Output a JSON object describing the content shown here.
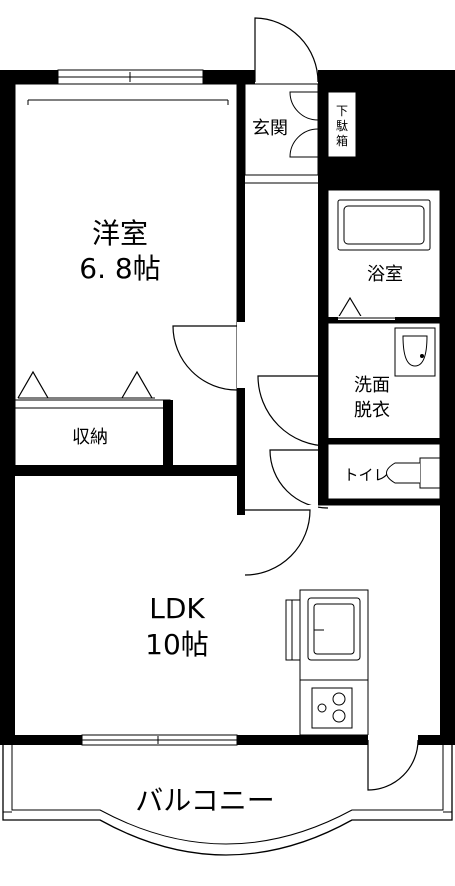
{
  "plan": {
    "rooms": {
      "western": {
        "name": "洋室",
        "size": "6. 8帖"
      },
      "storage": {
        "name": "収納"
      },
      "entrance": {
        "name": "玄関"
      },
      "shoe_box": {
        "chars": [
          "下",
          "駄",
          "箱"
        ]
      },
      "bath": {
        "name": "浴室"
      },
      "washroom": {
        "lines": [
          "洗面",
          "脱衣"
        ]
      },
      "toilet": {
        "name": "トイレ"
      },
      "ldk": {
        "name": "LDK",
        "size": "10帖"
      },
      "balcony": {
        "name": "バルコニー"
      }
    },
    "colors": {
      "wall": "#000000",
      "background": "#ffffff",
      "line": "#000000"
    }
  }
}
